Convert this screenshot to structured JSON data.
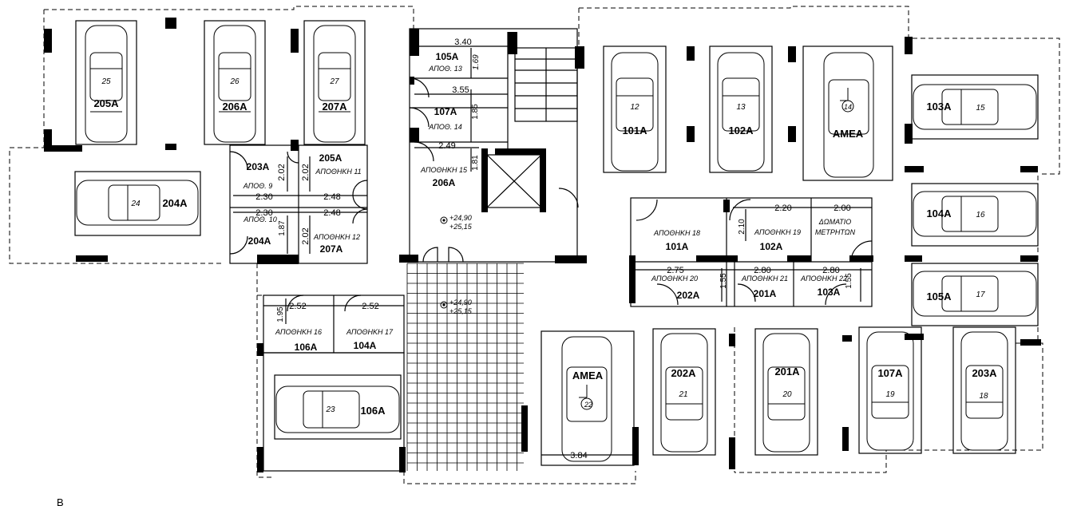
{
  "level_mark": "B",
  "parking_spaces": [
    {
      "num": "25",
      "unit": "205A"
    },
    {
      "num": "26",
      "unit": "206A"
    },
    {
      "num": "27",
      "unit": "207A"
    },
    {
      "num": "24",
      "unit": "204A"
    },
    {
      "num": "12",
      "unit": "101A"
    },
    {
      "num": "13",
      "unit": "102A"
    },
    {
      "num": "14",
      "unit": "AMEA"
    },
    {
      "num": "15",
      "unit": "103A"
    },
    {
      "num": "16",
      "unit": "104A"
    },
    {
      "num": "17",
      "unit": "105A"
    },
    {
      "num": "23",
      "unit": "106A"
    },
    {
      "num": "22",
      "unit": "AMEA"
    },
    {
      "num": "21",
      "unit": "202A"
    },
    {
      "num": "20",
      "unit": "201A"
    },
    {
      "num": "19",
      "unit": "107A"
    },
    {
      "num": "18",
      "unit": "203A"
    }
  ],
  "storage_rooms": [
    {
      "name": "ΑΠΟΘ. 13",
      "unit": "105A"
    },
    {
      "name": "ΑΠΟΘ. 14",
      "unit": "107A"
    },
    {
      "name": "ΑΠΟΘΗΚΗ 15",
      "unit": "206A"
    },
    {
      "name": "ΑΠΟΘ. 9",
      "unit": "203A"
    },
    {
      "name": "ΑΠΟΘ. 10",
      "unit": "204A"
    },
    {
      "name": "ΑΠΟΘΗΚΗ 11",
      "unit": "205A"
    },
    {
      "name": "ΑΠΟΘΗΚΗ 12",
      "unit": "207A"
    },
    {
      "name": "ΑΠΟΘΗΚΗ 16",
      "unit": "106A"
    },
    {
      "name": "ΑΠΟΘΗΚΗ 17",
      "unit": "104A"
    },
    {
      "name": "ΑΠΟΘΗΚΗ 18",
      "unit": "101A"
    },
    {
      "name": "ΑΠΟΘΗΚΗ 19",
      "unit": "102A"
    },
    {
      "name": "ΑΠΟΘΗΚΗ 20",
      "unit": "202A"
    },
    {
      "name": "ΑΠΟΘΗΚΗ 21",
      "unit": "201A"
    },
    {
      "name": "ΑΠΟΘΗΚΗ 22",
      "unit": "103A"
    }
  ],
  "meter_room": [
    "ΔΩΜΑΤΙΟ",
    "ΜΕΤΡΗΤΩΝ"
  ],
  "dimensions": [
    "3.40",
    "1.69",
    "3.55",
    "1.85",
    "2.49",
    "1.81",
    "2.02",
    "2.02",
    "2.30",
    "2.48",
    "2.30",
    "2.48",
    "1.87",
    "2.02",
    "2.52",
    "2.52",
    "1.95",
    "2.20",
    "2.00",
    "2.10",
    "2.75",
    "2.80",
    "2.80",
    "1.55",
    "1.55",
    "3.84"
  ],
  "levels": [
    {
      "a": "+24,90",
      "b": "+25,15"
    },
    {
      "a": "+24,90",
      "b": "+25,15"
    }
  ]
}
